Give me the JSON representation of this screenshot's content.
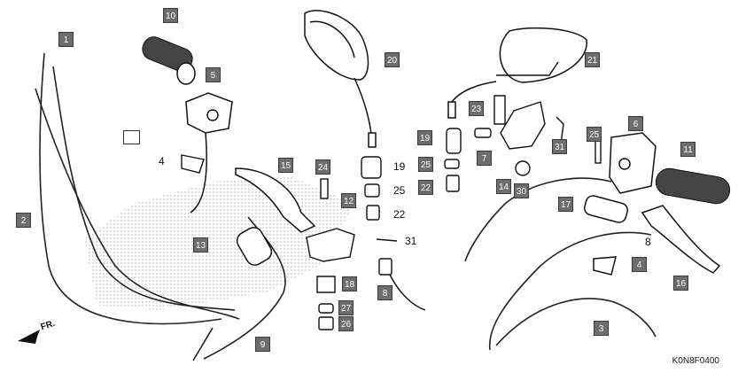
{
  "diagram": {
    "code": "K0N8F0400",
    "direction_label": "FR.",
    "callouts_boxed": [
      {
        "id": "c1",
        "label": "1"
      },
      {
        "id": "c2",
        "label": "2"
      },
      {
        "id": "c3",
        "label": "3"
      },
      {
        "id": "c4b",
        "label": "4"
      },
      {
        "id": "c5",
        "label": "5"
      },
      {
        "id": "c6",
        "label": "6"
      },
      {
        "id": "c7",
        "label": "7"
      },
      {
        "id": "c9",
        "label": "9"
      },
      {
        "id": "c10",
        "label": "10"
      },
      {
        "id": "c11",
        "label": "11"
      },
      {
        "id": "c12",
        "label": "12"
      },
      {
        "id": "c13",
        "label": "13"
      },
      {
        "id": "c14",
        "label": "14"
      },
      {
        "id": "c15",
        "label": "15"
      },
      {
        "id": "c16",
        "label": "16"
      },
      {
        "id": "c17",
        "label": "17"
      },
      {
        "id": "c18",
        "label": "18"
      },
      {
        "id": "c19",
        "label": "19"
      },
      {
        "id": "c20",
        "label": "20"
      },
      {
        "id": "c21",
        "label": "21"
      },
      {
        "id": "c22",
        "label": "22"
      },
      {
        "id": "c23",
        "label": "23"
      },
      {
        "id": "c24",
        "label": "24"
      },
      {
        "id": "c25a",
        "label": "25"
      },
      {
        "id": "c25b",
        "label": "25"
      },
      {
        "id": "c26",
        "label": "26"
      },
      {
        "id": "c27",
        "label": "27"
      },
      {
        "id": "c30",
        "label": "30"
      },
      {
        "id": "c31",
        "label": "31"
      },
      {
        "id": "c8",
        "label": "8"
      }
    ],
    "callouts_plain": [
      {
        "id": "p4",
        "label": "4"
      },
      {
        "id": "p19",
        "label": "19"
      },
      {
        "id": "p25",
        "label": "25"
      },
      {
        "id": "p22",
        "label": "22"
      },
      {
        "id": "p31",
        "label": "31"
      },
      {
        "id": "p8",
        "label": "8"
      }
    ]
  }
}
